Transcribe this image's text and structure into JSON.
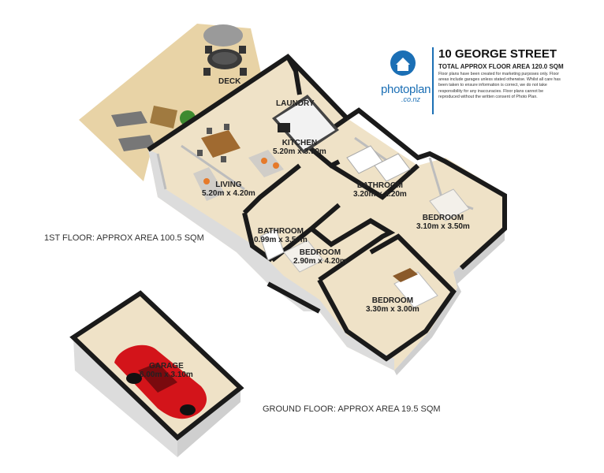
{
  "header": {
    "title": "10 GEORGE STREET",
    "subtitle": "TOTAL APPROX FLOOR AREA 120.0 SQM",
    "disclaimer": "Floor plans have been created for marketing purposes only. Floor areas include garages unless stated otherwise. Whilst all care has been taken to ensure information is correct, we do not take responsibility for any inaccuracies. Floor plans cannot be reproduced without the written consent of Photo Plan."
  },
  "brand": {
    "name": "photoplan",
    "domain": ".co.nz",
    "icon": "house-icon",
    "color": "#1b6fb5"
  },
  "floors": {
    "first": "1ST FLOOR: APPROX AREA 100.5 SQM",
    "ground": "GROUND FLOOR: APPROX AREA 19.5 SQM"
  },
  "rooms": {
    "deck": {
      "name": "DECK"
    },
    "laundry": {
      "name": "LAUNDRY"
    },
    "kitchen": {
      "name": "KITCHEN",
      "size": "5.20m x 3.90m"
    },
    "living": {
      "name": "LIVING",
      "size": "5.20m x 4.20m"
    },
    "bathroom_main": {
      "name": "BATHROOM",
      "size": "3.20m x 2.20m"
    },
    "bedroom_east": {
      "name": "BEDROOM",
      "size": "3.10m x 3.50m"
    },
    "bathroom_small": {
      "name": "BATHROOM",
      "size": "0.99m x 3.50m"
    },
    "bedroom_middle": {
      "name": "BEDROOM",
      "size": "2.90m x 4.20m"
    },
    "bedroom_front": {
      "name": "BEDROOM",
      "size": "3.30m x 3.00m"
    },
    "garage": {
      "name": "GARAGE",
      "size": "6.00m x 3.10m"
    }
  },
  "colors": {
    "deck": "#e8d3a6",
    "floor": "#efe2c7",
    "wall": "#1a1a1a",
    "wall_face": "#dcdcdc",
    "car": "#d3141a"
  }
}
